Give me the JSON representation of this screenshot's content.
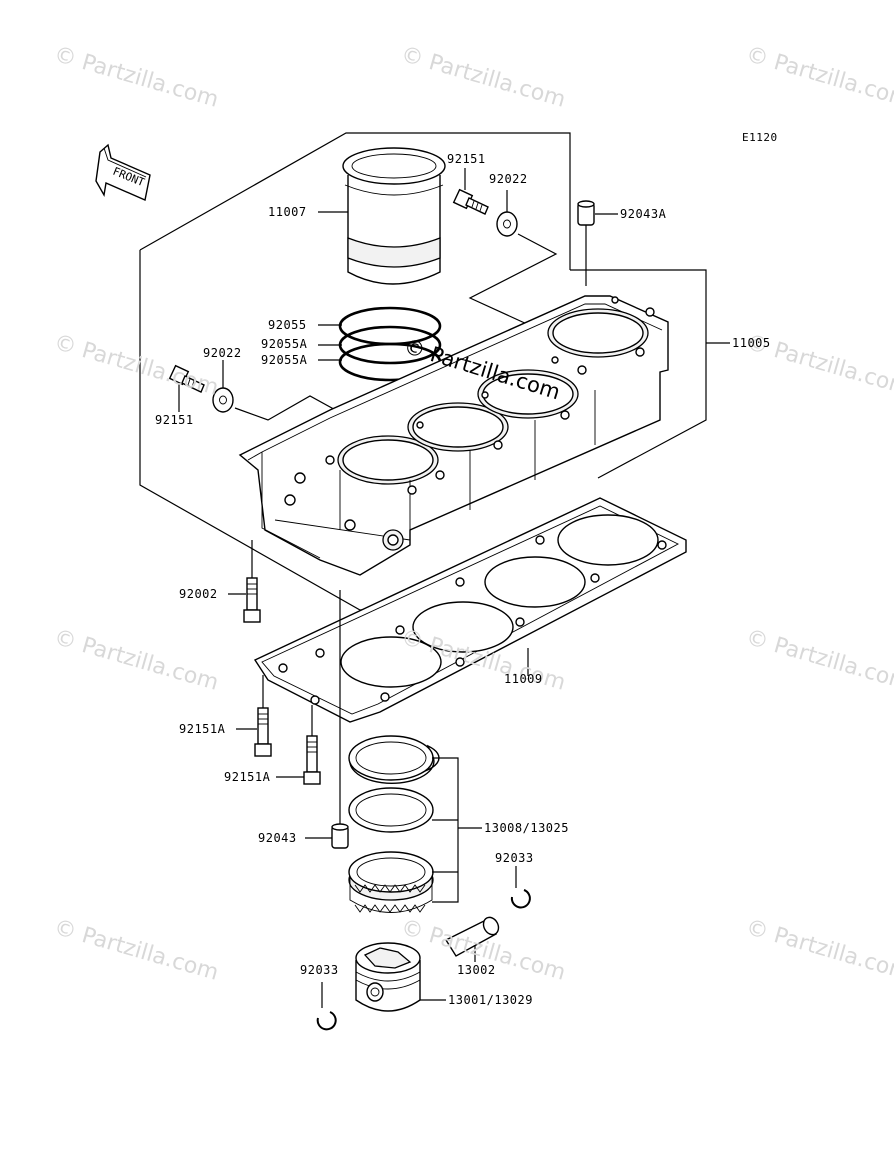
{
  "figure_code": "E1120",
  "front_arrow_label": "FRONT",
  "watermark_text": "© Partzilla.com",
  "center_watermark_text": "© Partzilla.com",
  "labels": {
    "p11007": "11007",
    "p92151_top": "92151",
    "p92022_top": "92022",
    "p92043A": "92043A",
    "p92055": "92055",
    "p92055A_1": "92055A",
    "p92055A_2": "92055A",
    "p92022_left": "92022",
    "p92151_left": "92151",
    "p11005": "11005",
    "p92002": "92002",
    "p11009": "11009",
    "p92151A_1": "92151A",
    "p92151A_2": "92151A",
    "p92043": "92043",
    "p13008_13025": "13008/13025",
    "p92033_right": "92033",
    "p13002": "13002",
    "p92033_left": "92033",
    "p13001_13029": "13001/13029"
  }
}
